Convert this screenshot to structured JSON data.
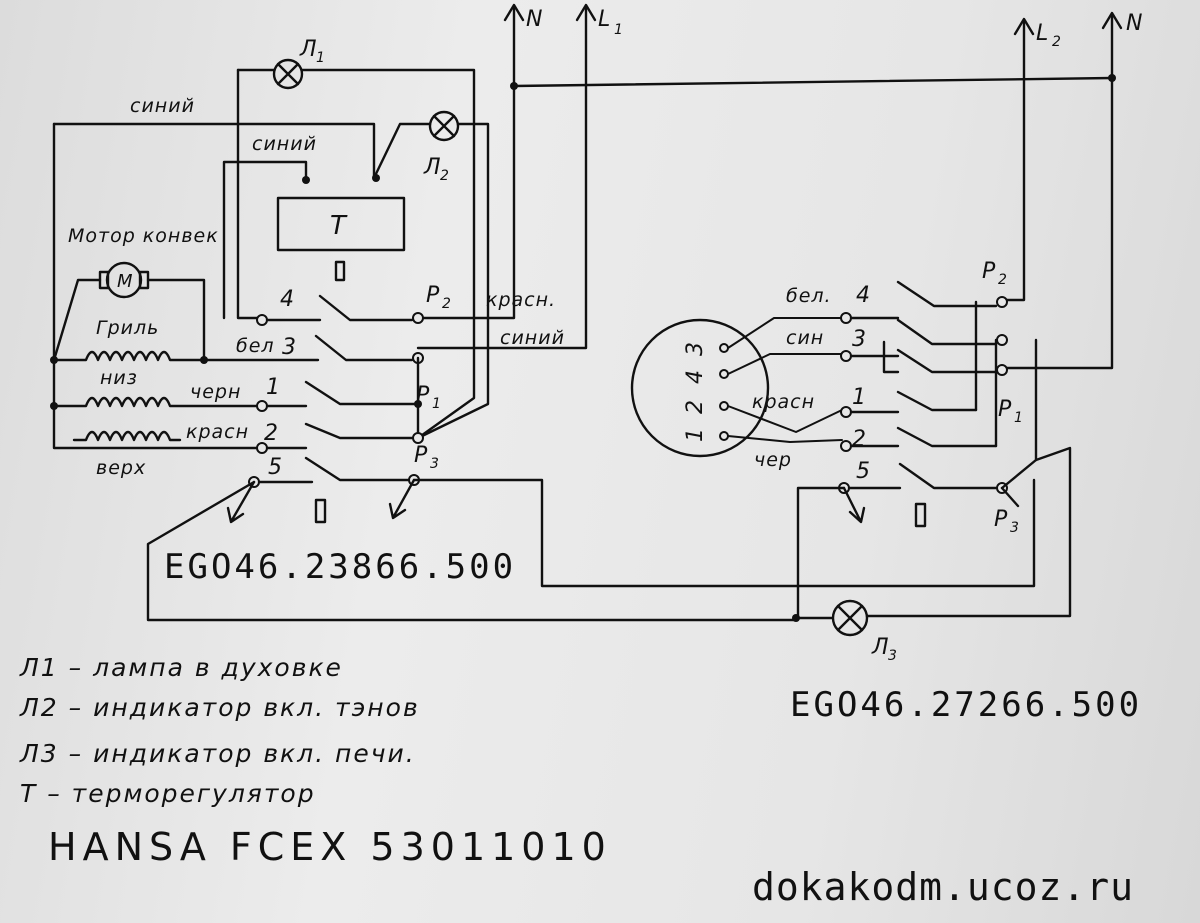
{
  "supply": {
    "left_n": "N",
    "left_l": "L",
    "left_l_sub": "1",
    "right_l": "L",
    "right_l_sub": "2",
    "right_n": "N"
  },
  "lamps": {
    "l1": "Л",
    "l1_sub": "1",
    "l2": "Л",
    "l2_sub": "2",
    "l3": "Л",
    "l3_sub": "3"
  },
  "left_switch": {
    "thermostat": "Т",
    "wire_blue_top": "синий",
    "wire_blue_inner": "синий",
    "wire_red_right": "красн.",
    "wire_blue_right": "синий",
    "motor_label": "Мотор конвек",
    "motor_symbol": "М",
    "grill": "Гриль",
    "bottom": "низ",
    "top": "верх",
    "contact_4": "4",
    "contact_white": "бел",
    "contact_3": "3",
    "contact_black": "черн",
    "contact_1": "1",
    "contact_red": "красн",
    "contact_2": "2",
    "contact_5": "5",
    "p1": "P",
    "p1_sub": "1",
    "p2": "P",
    "p2_sub": "2",
    "p3": "P",
    "p3_sub": "3",
    "model": "EGO46.23866.500"
  },
  "right_switch": {
    "white": "бел.",
    "contact_4": "4",
    "blue": "син",
    "contact_3": "3",
    "red": "красн",
    "contact_1": "1",
    "contact_2": "2",
    "black": "чер",
    "contact_5": "5",
    "p1": "P",
    "p1_sub": "1",
    "p2": "P",
    "p2_sub": "2",
    "p3": "P",
    "p3_sub": "3",
    "plug_pins": [
      "3",
      "4",
      "2",
      "1"
    ],
    "model": "EGO46.27266.500"
  },
  "legend": [
    "Л1 – лампа в духовке",
    "Л2 – индикатор вкл. тэнов",
    "Л3 – индикатор вкл. печи.",
    "Т – терморегулятор"
  ],
  "brand": "HANSA  FCEX 53011010",
  "website": "dokakodm.ucoz.ru"
}
